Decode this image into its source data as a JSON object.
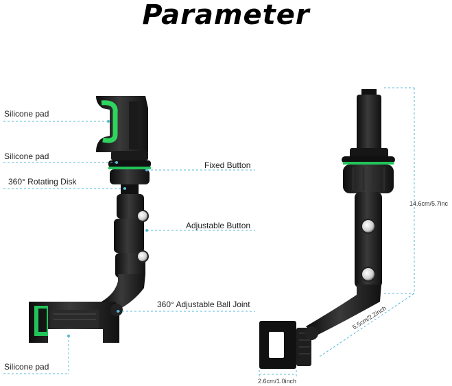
{
  "title": "Parameter",
  "callouts": {
    "silicone_pad_top": "Silicone pad",
    "silicone_pad_mid": "Silicone pad",
    "rotating_disk": "360° Rotating Disk",
    "fixed_button": "Fixed Button",
    "adjustable_button": "Adjustable Button",
    "ball_joint": "360° Adjustable Ball Joint",
    "silicone_pad_bottom": "Silicone pad"
  },
  "dimensions": {
    "height": "14.6cm/5.7inc",
    "arm_length": "5.5cm/2.2inch",
    "clamp_width": "2.6cm/1.0inch"
  },
  "colors": {
    "accent": "#22c45a",
    "body": "#1c1c1c",
    "guide": "#56b8d8"
  }
}
